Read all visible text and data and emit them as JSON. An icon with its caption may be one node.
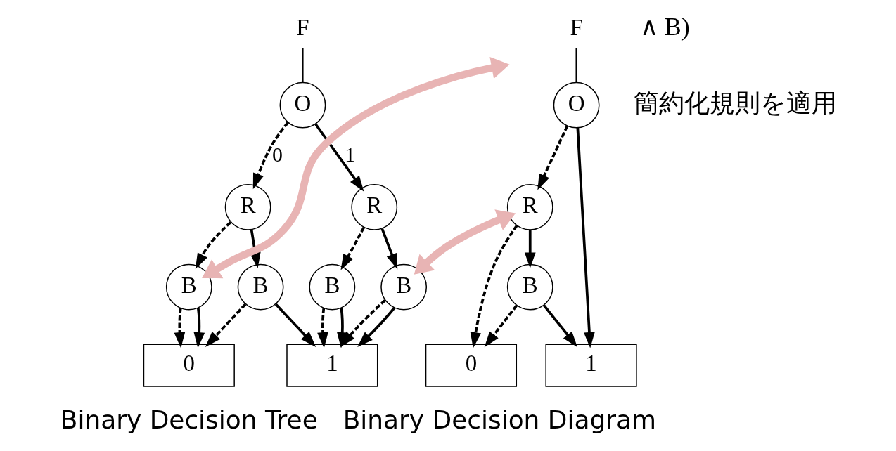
{
  "diagram": {
    "nodes": [
      {
        "text": [
          "F"
        ]
      },
      {
        "text": [
          "O"
        ]
      },
      {
        "text": [
          "R"
        ]
      },
      {
        "text": [
          "R"
        ]
      },
      {
        "text": [
          "B"
        ]
      },
      {
        "text": [
          "B"
        ]
      },
      {
        "text": [
          "B"
        ]
      },
      {
        "text": [
          "B"
        ]
      },
      {
        "text": [
          "0"
        ]
      },
      {
        "text": [
          "1"
        ]
      },
      {
        "text": [
          "F"
        ]
      },
      {
        "text": [
          "O"
        ]
      },
      {
        "text": [
          "R"
        ]
      },
      {
        "text": [
          "B"
        ]
      },
      {
        "text": [
          "0"
        ]
      },
      {
        "text": [
          "1"
        ]
      }
    ],
    "edges": [
      {
        "from": 0,
        "to": 1,
        "arrow": "none"
      },
      {
        "from": 1,
        "to": 2,
        "arrow": "to",
        "style": "dashed",
        "label": "0"
      },
      {
        "from": 1,
        "to": 3,
        "arrow": "to",
        "label": "1"
      },
      {
        "from": 2,
        "to": 4,
        "arrow": "to",
        "style": "dashed"
      },
      {
        "from": 2,
        "to": 5,
        "arrow": "to"
      },
      {
        "from": 3,
        "to": 6,
        "arrow": "to",
        "style": "dashed"
      },
      {
        "from": 3,
        "to": 7,
        "arrow": "to"
      },
      {
        "from": 4,
        "to": 8,
        "arrow": "to",
        "style": "dashed"
      },
      {
        "from": 4,
        "to": 8,
        "arrow": "to"
      },
      {
        "from": 5,
        "to": 8,
        "arrow": "to",
        "style": "dashed"
      },
      {
        "from": 5,
        "to": 9,
        "arrow": "to"
      },
      {
        "from": 6,
        "to": 9,
        "arrow": "to",
        "style": "dashed"
      },
      {
        "from": 6,
        "to": 9,
        "arrow": "to"
      },
      {
        "from": 7,
        "to": 9,
        "arrow": "to",
        "style": "dashed"
      },
      {
        "from": 7,
        "to": 9,
        "arrow": "to"
      },
      {
        "from": 10,
        "to": 11,
        "arrow": "none"
      },
      {
        "from": 11,
        "to": 12,
        "arrow": "to",
        "style": "dashed"
      },
      {
        "from": 11,
        "to": 15,
        "arrow": "to"
      },
      {
        "from": 12,
        "to": 14,
        "arrow": "to",
        "style": "dashed"
      },
      {
        "from": 12,
        "to": 13,
        "arrow": "to"
      },
      {
        "from": 13,
        "to": 14,
        "arrow": "to",
        "style": "dashed"
      },
      {
        "from": 13,
        "to": 15,
        "arrow": "to"
      },
      {
        "from": null,
        "to": 4,
        "arrow": "both",
        "style": "thick",
        "color": "#e8b4b4"
      },
      {
        "from": 7,
        "to": 12,
        "arrow": "both",
        "style": "thick",
        "color": "#e8b4b4"
      }
    ],
    "labels": [
      "∧ B)",
      "簡約化規則を適用",
      "Binary Decision Tree",
      "Binary Decision Diagram"
    ]
  }
}
